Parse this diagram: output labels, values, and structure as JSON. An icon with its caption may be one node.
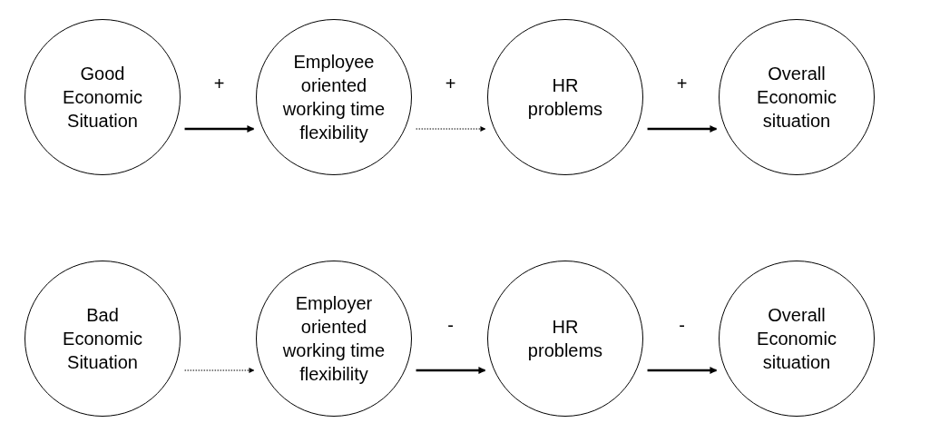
{
  "diagram": {
    "nodes": [
      {
        "text": [
          "Good Economic Situation"
        ]
      },
      {
        "text": [
          "Employee oriented working time flexibility"
        ]
      },
      {
        "text": [
          "HR problems"
        ]
      },
      {
        "text": [
          "Overall Economic situation"
        ]
      },
      {
        "text": [
          "Bad Economic Situation"
        ]
      },
      {
        "text": [
          "Employer oriented working time flexibility"
        ]
      },
      {
        "text": [
          "HR problems"
        ]
      },
      {
        "text": [
          "Overall Economic situation"
        ]
      }
    ],
    "edges": [
      {
        "from": 0,
        "to": 1,
        "arrow": "to",
        "label": "+"
      },
      {
        "from": 1,
        "to": 2,
        "arrow": "to",
        "label": "+",
        "style": "dashed"
      },
      {
        "from": 2,
        "to": 3,
        "arrow": "to",
        "label": "+"
      },
      {
        "from": 4,
        "to": 5,
        "arrow": "to",
        "style": "dashed"
      },
      {
        "from": 5,
        "to": 6,
        "arrow": "to",
        "label": "-"
      },
      {
        "from": 6,
        "to": 7,
        "arrow": "to",
        "label": "-"
      }
    ]
  }
}
